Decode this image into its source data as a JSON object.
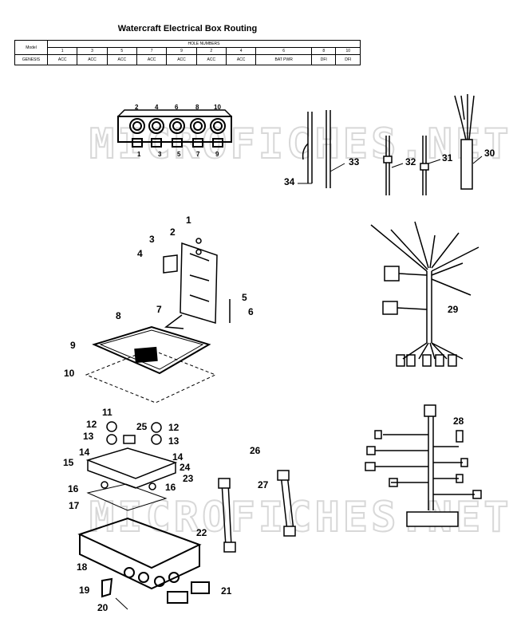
{
  "title": "Watercraft Electrical Box Routing",
  "table": {
    "model_header": "Model",
    "hole_header": "HOLE NUMBERS",
    "hole_numbers": [
      "1",
      "3",
      "5",
      "7",
      "9",
      "2",
      "4",
      "6",
      "8",
      "10"
    ],
    "rows": [
      {
        "model": "GENESIS",
        "values": [
          "ACC",
          "ACC",
          "ACC",
          "ACC",
          "ACC",
          "ACC",
          "ACC",
          "BAT PWR",
          "DFI",
          "DFI"
        ]
      }
    ]
  },
  "watermark": "MICROFICHES.NET",
  "connector_top_labels": [
    "2",
    "4",
    "6",
    "8",
    "10"
  ],
  "connector_bottom_labels": [
    "1",
    "3",
    "5",
    "7",
    "9"
  ],
  "callouts": [
    "1",
    "2",
    "3",
    "4",
    "5",
    "6",
    "7",
    "8",
    "9",
    "10",
    "11",
    "12",
    "12",
    "13",
    "13",
    "14",
    "14",
    "15",
    "16",
    "16",
    "17",
    "18",
    "19",
    "20",
    "21",
    "22",
    "23",
    "24",
    "25",
    "26",
    "27",
    "28",
    "29",
    "30",
    "31",
    "32",
    "33",
    "34"
  ]
}
